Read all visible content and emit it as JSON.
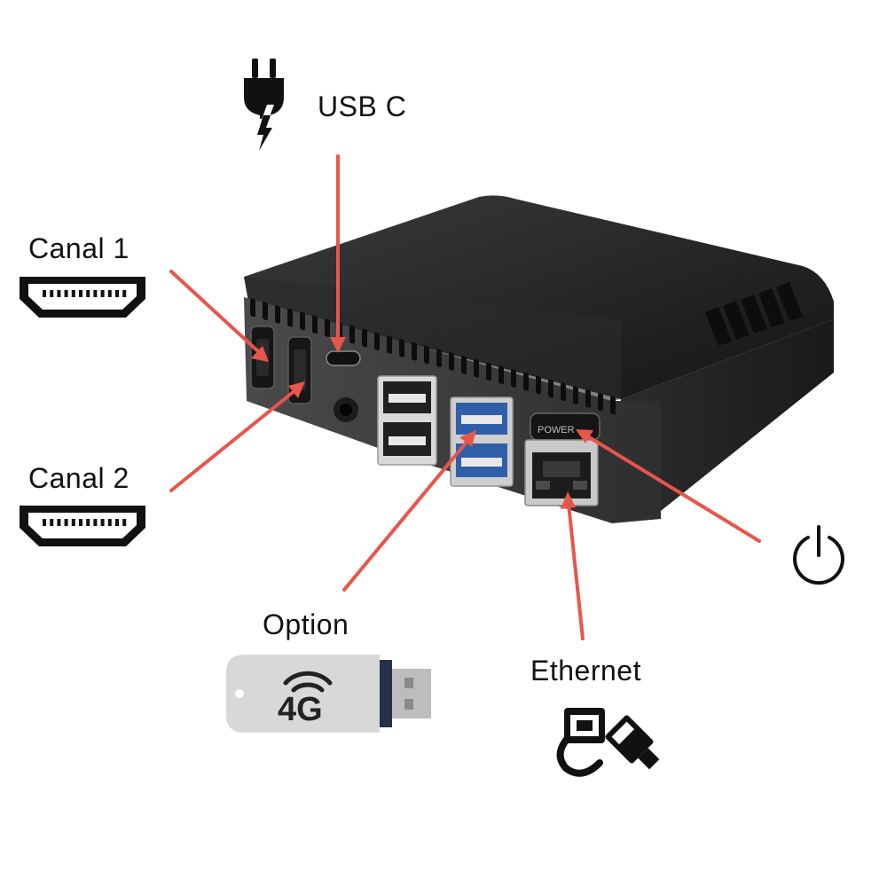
{
  "labels": {
    "usb_c": "USB C",
    "canal_1": "Canal 1",
    "canal_2": "Canal 2",
    "option": "Option",
    "ethernet": "Ethernet"
  },
  "device": {
    "power_button_text": "POWER"
  },
  "dongle": {
    "badge": "4G"
  },
  "colors": {
    "arrow": "#e8554b",
    "case_top": "#2a2a2c",
    "case_front": "#3a3a3c",
    "usb3_blue": "#2f5fa8",
    "icon": "#111111"
  },
  "icons": [
    "plug-icon",
    "hdmi-port-icon",
    "power-symbol-icon",
    "usb-4g-dongle-icon",
    "ethernet-cable-icon"
  ]
}
